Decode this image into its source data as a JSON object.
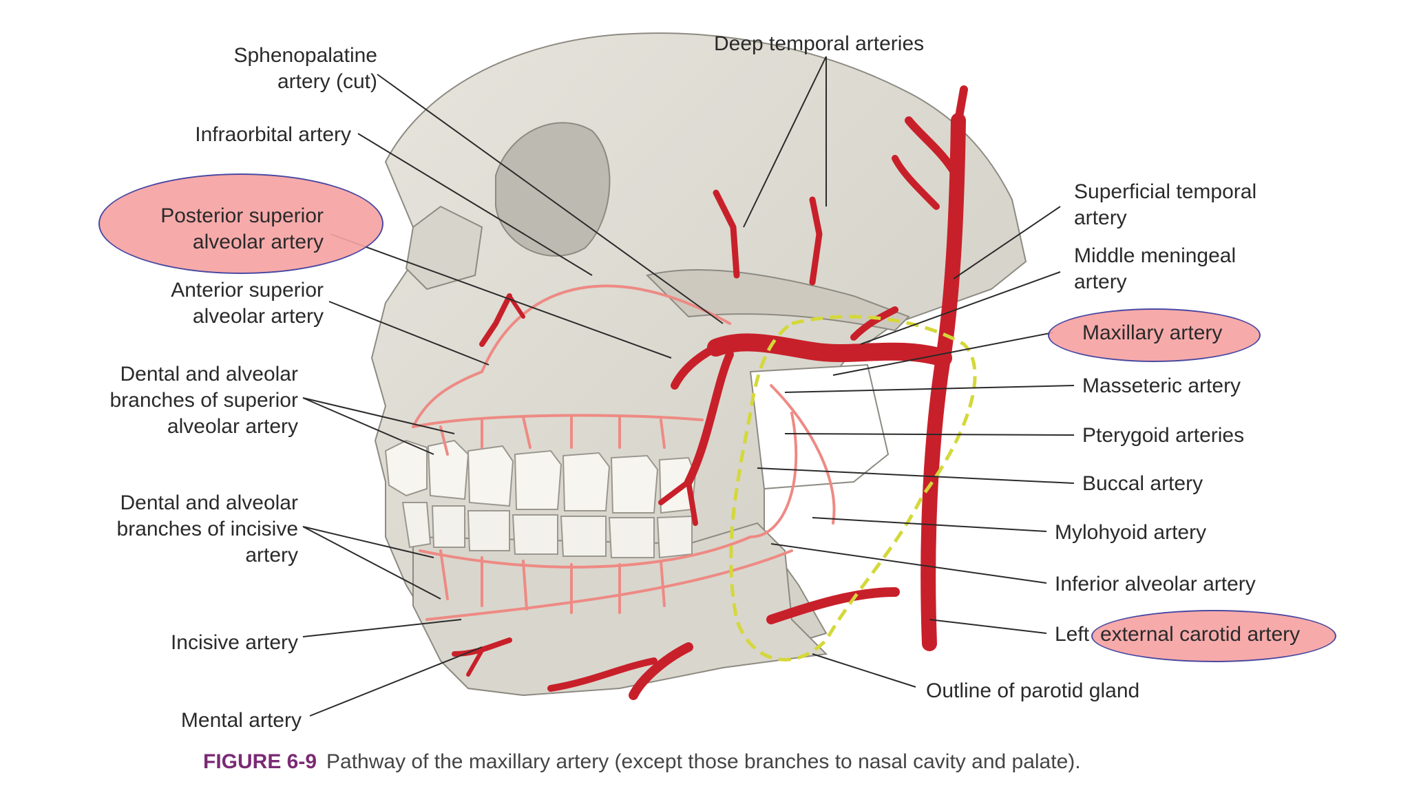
{
  "figure": {
    "number": "FIGURE 6-9",
    "caption": "Pathway of the maxillary artery (except those branches to nasal cavity and palate)."
  },
  "labels": {
    "sphenopalatine": "Sphenopalatine\nartery (cut)",
    "infraorbital": "Infraorbital artery",
    "posterior_superior_alveolar": "Posterior superior\nalveolar artery",
    "anterior_superior_alveolar": "Anterior superior\nalveolar artery",
    "dental_superior": "Dental and alveolar\nbranches of superior\nalveolar artery",
    "dental_incisive": "Dental and alveolar\nbranches of incisive\nartery",
    "incisive": "Incisive artery",
    "mental": "Mental artery",
    "deep_temporal": "Deep temporal arteries",
    "superficial_temporal": "Superficial temporal\nartery",
    "middle_meningeal": "Middle meningeal\nartery",
    "maxillary": "Maxillary artery",
    "masseteric": "Masseteric artery",
    "pterygoid": "Pterygoid arteries",
    "buccal": "Buccal artery",
    "mylohyoid": "Mylohyoid artery",
    "inferior_alveolar": "Inferior alveolar artery",
    "external_carotid_prefix": "Left",
    "external_carotid": "external carotid artery",
    "parotid_outline": "Outline of parotid gland"
  },
  "highlighted": [
    "Posterior superior alveolar artery",
    "Maxillary artery",
    "external carotid artery"
  ],
  "colors": {
    "highlight_fill": "#f7a3a3",
    "highlight_border": "#3a3a9a",
    "artery": "#c8202a",
    "artery_light": "#ee8a84",
    "bone": "#dcdad2",
    "parotid_outline": "#d4d83a",
    "caption_figure": "#7a2a74"
  }
}
